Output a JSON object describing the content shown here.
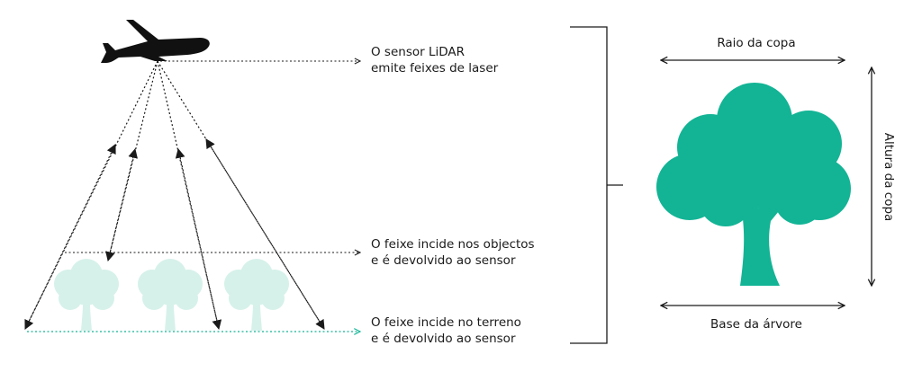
{
  "labels": {
    "sensor_line1": "O sensor LiDAR",
    "sensor_line2": "emite feixes de laser",
    "objects_line1": "O feixe incide nos objectos",
    "objects_line2": "e é devolvido ao sensor",
    "ground_line1": "O feixe incide no terreno",
    "ground_line2": "e é devolvido ao sensor"
  },
  "tree_dims": {
    "crown_radius": "Raio da copa",
    "crown_height": "Altura da copa",
    "tree_base": "Base da árvore"
  },
  "icons": {
    "aircraft": "airplane-icon",
    "small_trees": "tree-icon",
    "big_tree": "tree-icon"
  },
  "colors": {
    "tree_main": "#12B495",
    "tree_light": "#D6F1EA",
    "ground_line": "#12B495",
    "ink": "#1a1a1a"
  }
}
